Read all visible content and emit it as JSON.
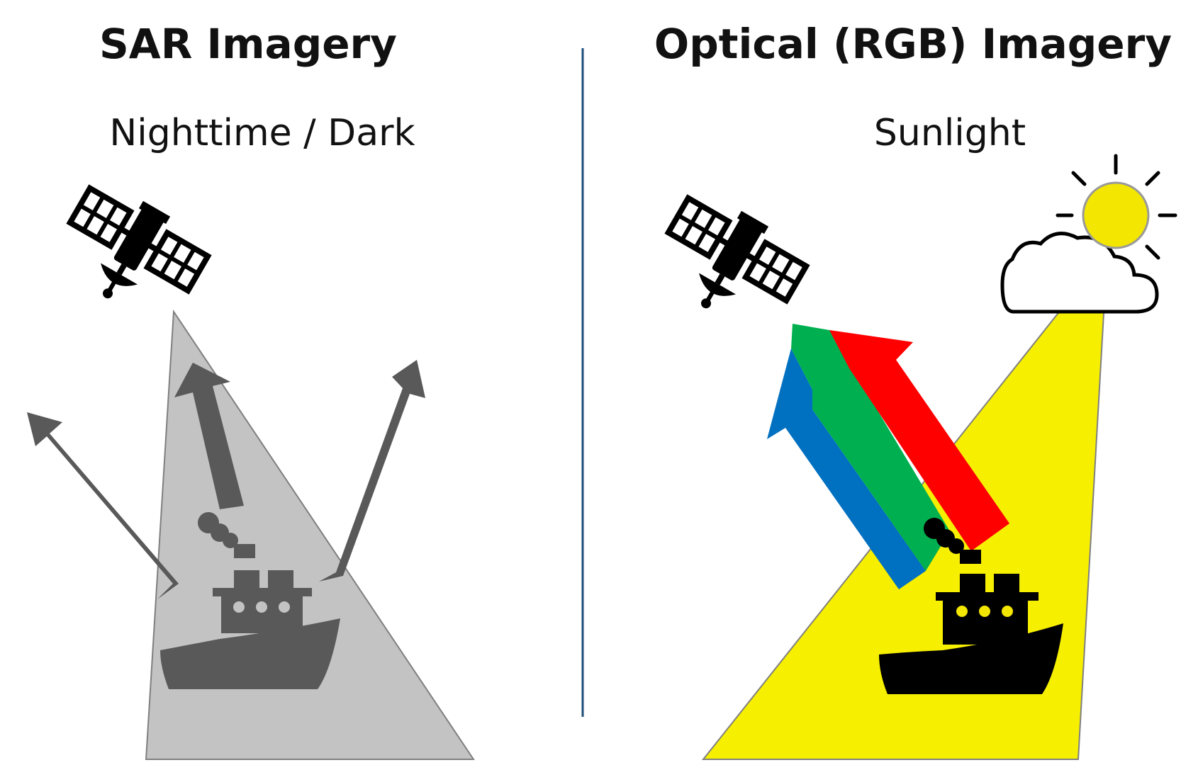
{
  "left_panel": {
    "title": "SAR Imagery",
    "condition": "Nighttime / Dark"
  },
  "right_panel": {
    "title": "Optical (RGB) Imagery",
    "condition": "Sunlight"
  },
  "colors": {
    "sar_beam": "#c3c3c3",
    "sar_ship": "#595959",
    "sun_beam": "#f7ef00",
    "sun": "#f3e600",
    "divider": "#1f4e79",
    "band_red": "#ff0000",
    "band_green": "#00b050",
    "band_blue": "#0070c0"
  },
  "icons": [
    "satellite-icon",
    "ship-icon",
    "sun-icon",
    "cloud-icon"
  ]
}
